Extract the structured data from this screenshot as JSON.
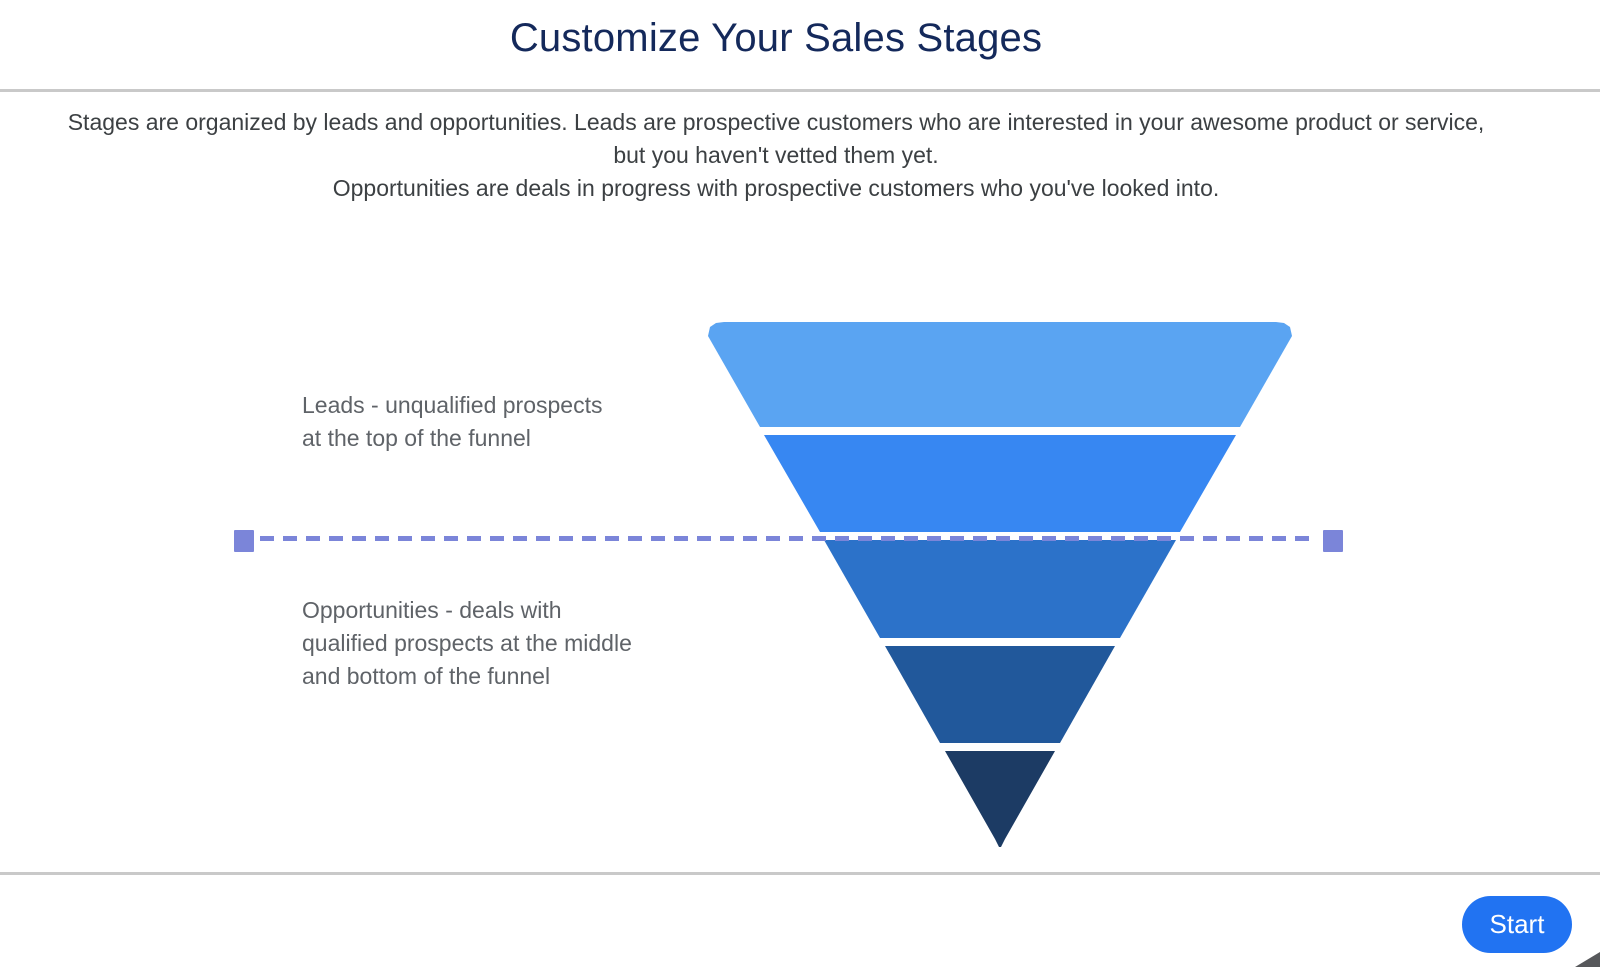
{
  "page": {
    "title": "Customize Your Sales Stages"
  },
  "description": {
    "lines": [
      "Stages are organized by leads and opportunities. Leads are prospective customers who are interested in your awesome product or service,",
      "but you haven't vetted them yet.",
      "Opportunities are deals in progress with prospective customers who you've looked into."
    ]
  },
  "funnel": {
    "leads_label": {
      "lines": [
        "Leads - unqualified prospects",
        "at the top of the funnel"
      ]
    },
    "opportunities_label": {
      "lines": [
        "Opportunities - deals with",
        "qualified prospects at the middle",
        "and bottom of the funnel"
      ]
    },
    "segments": [
      {
        "name": "stage-1-top",
        "color": "#5AA4F2"
      },
      {
        "name": "stage-2",
        "color": "#3787F2"
      },
      {
        "name": "stage-3",
        "color": "#2C72C9"
      },
      {
        "name": "stage-4",
        "color": "#21589B"
      },
      {
        "name": "stage-5-bottom",
        "color": "#1C3B64"
      }
    ]
  },
  "footer": {
    "start_label": "Start"
  },
  "css_vars": {
    "--title-color": "#14295B",
    "--text-color": "#3C4043",
    "--label-color": "#5F6368",
    "--divider-color": "#C9C9C9",
    "--dash-color": "#7B85D9",
    "--button-color": "#2173F2",
    "--wedge-color": "#57585B"
  }
}
